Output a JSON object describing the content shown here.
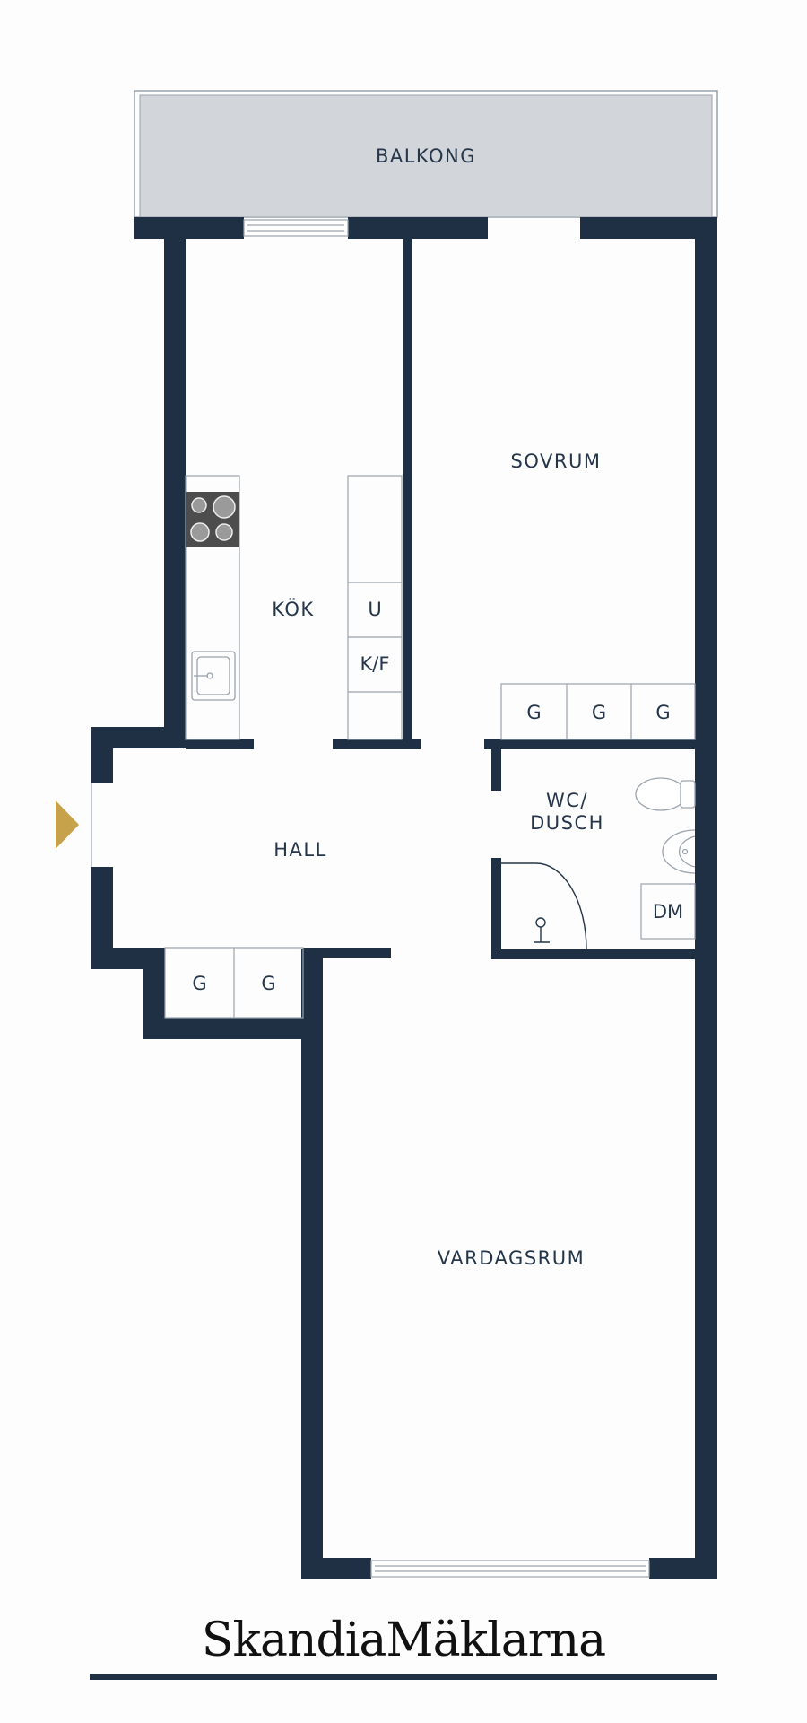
{
  "colors": {
    "wall": "#1f3044",
    "balcony_fill": "#d2d5da",
    "entrance_arrow": "#c6a24a",
    "label": "#25364a",
    "fixture_line": "#9aa3ad"
  },
  "rooms": {
    "balkong": "BALKONG",
    "sovrum": "SOVRUM",
    "kok": "KÖK",
    "hall": "HALL",
    "wc": "WC/\nDUSCH",
    "vardagsrum": "VARDAGSRUM"
  },
  "fixtures": {
    "freezer": "U",
    "fridge_freezer": "K/F",
    "wardrobe": "G",
    "dishwasher": "DM"
  },
  "icons": {
    "entrance": "entrance-arrow-icon",
    "stove": "stove-icon",
    "sink": "sink-icon",
    "toilet": "toilet-icon",
    "washbasin": "washbasin-icon",
    "shower": "shower-icon"
  },
  "brand": "SkandiaMäklarna"
}
